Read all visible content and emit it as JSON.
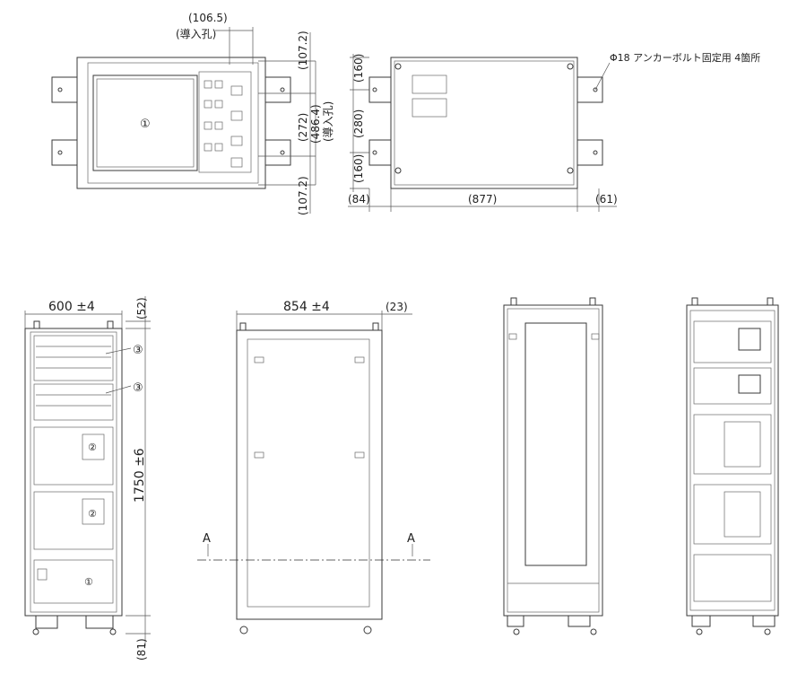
{
  "top_left_view": {
    "dim_inlet_width": "(106.5)",
    "inlet_label": "(導入孔)",
    "dim_top": "(107.2)",
    "dim_mid": "(272)",
    "dim_inlet_height": "(486.4)",
    "inlet_label_vertical": "(導入孔)",
    "dim_bottom": "(107.2)",
    "component_mark": "①"
  },
  "top_right_view": {
    "dim_left_top": "(160)",
    "dim_left_mid": "(280)",
    "dim_left_bottom": "(160)",
    "dim_left_offset": "(84)",
    "dim_width": "(877)",
    "dim_right_offset": "(61)",
    "anchor_note": "Φ18 アンカーボルト固定用 4箇所"
  },
  "front_view": {
    "width": "600 ±4",
    "top_offset": "(52)",
    "height": "1750 ±6",
    "bottom_offset": "(81)",
    "marks": [
      "③",
      "③",
      "②",
      "②",
      "①"
    ]
  },
  "side_view": {
    "depth": "854 ±4",
    "offset": "(23)",
    "section_mark": "A"
  }
}
